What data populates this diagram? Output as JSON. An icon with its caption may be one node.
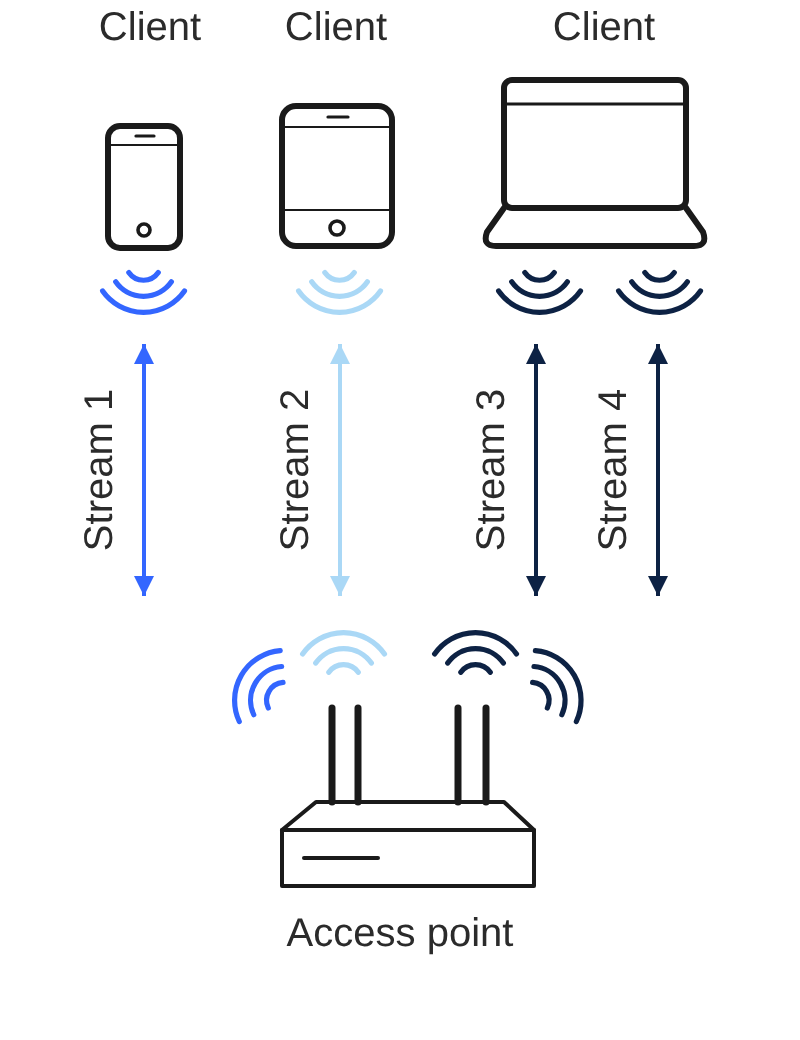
{
  "diagram": {
    "nodes": [
      {
        "text": [
          "Client"
        ]
      },
      {
        "text": [
          "Client"
        ]
      },
      {
        "text": [
          "Client"
        ]
      },
      {
        "text": [
          "Access point"
        ]
      }
    ],
    "edges": [
      {
        "from": 0,
        "to": 3,
        "arrow": "both",
        "label": "Stream 1",
        "color": "#3366ff"
      },
      {
        "from": 1,
        "to": 3,
        "arrow": "both",
        "label": "Stream 2",
        "color": "#aad8f6"
      },
      {
        "from": 2,
        "to": 3,
        "arrow": "both",
        "label": "Stream 3"
      },
      {
        "from": 2,
        "to": 3,
        "arrow": "both",
        "label": "Stream 4"
      }
    ]
  }
}
